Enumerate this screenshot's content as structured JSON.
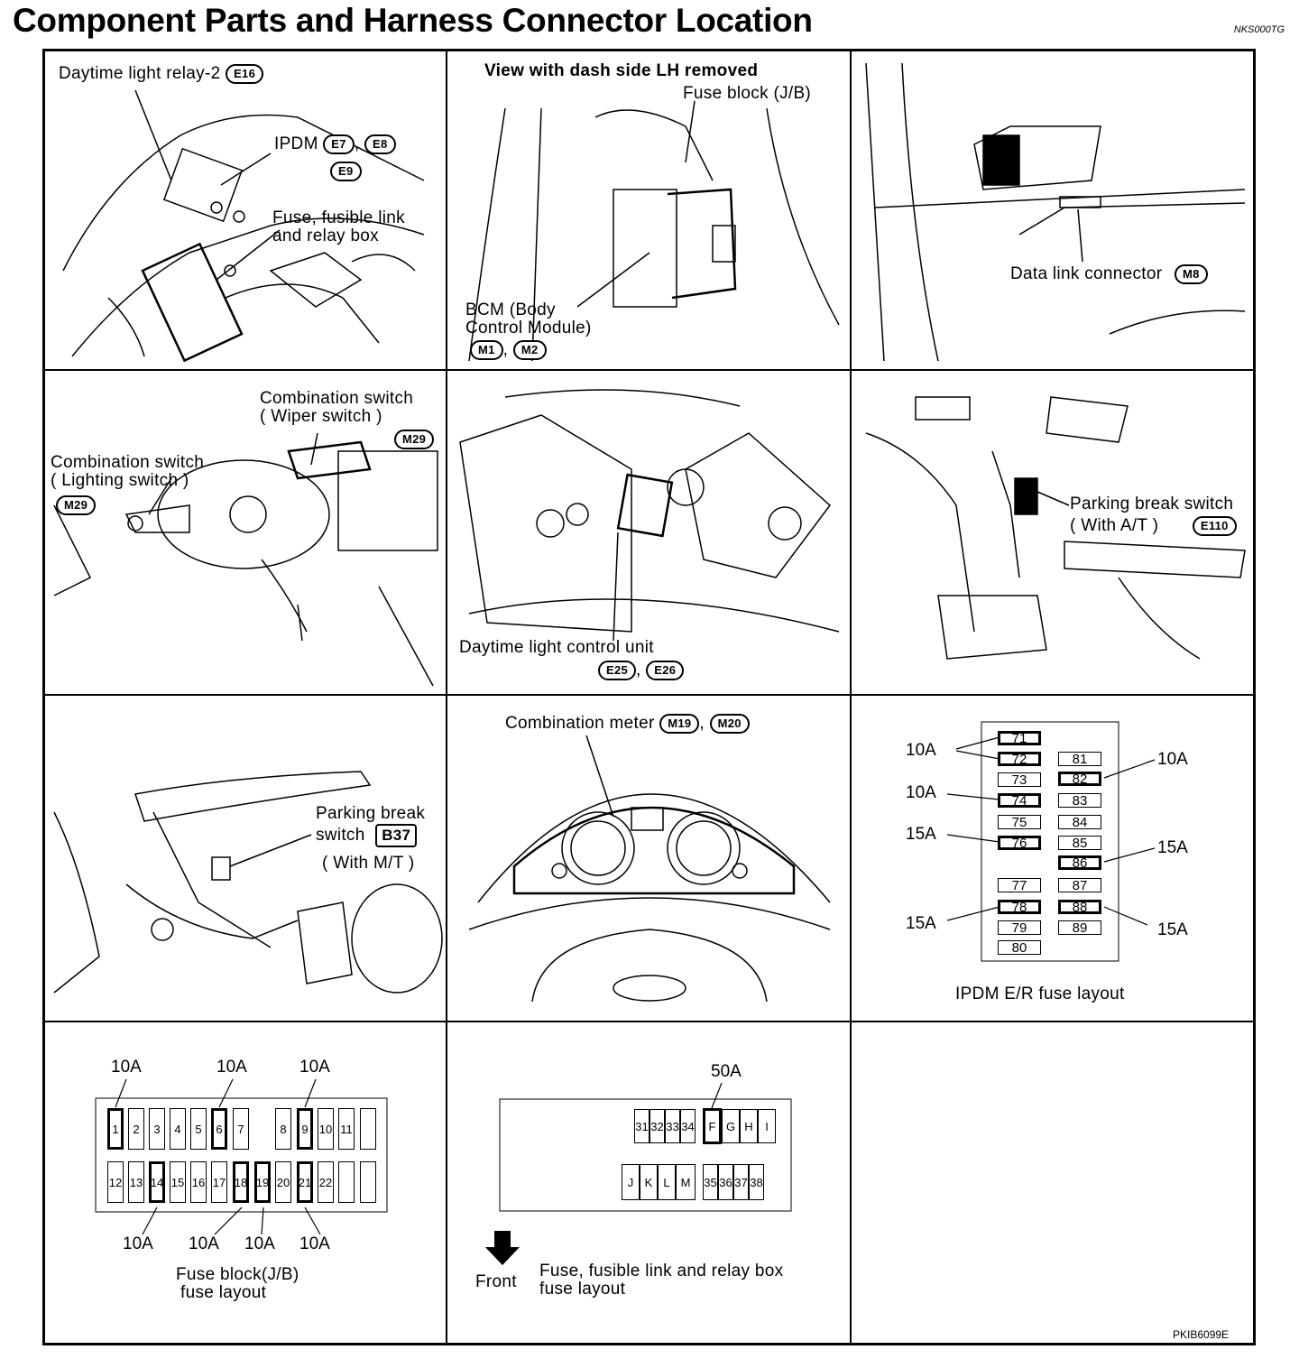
{
  "page": {
    "title": "Component Parts and Harness Connector Location",
    "code_top": "NKS000TG",
    "code_bottom": "PKIB6099E"
  },
  "panels": {
    "p1": {
      "daytime_relay": "Daytime light relay-2",
      "daytime_relay_conn": "E16",
      "ipdm": "IPDM",
      "ipdm_conn1": "E7",
      "ipdm_conn2": "E8",
      "ipdm_conn3": "E9",
      "fuse_box_line1": "Fuse, fusible link",
      "fuse_box_line2": "and relay box",
      "comma": ","
    },
    "p2": {
      "view": "View with dash side LH removed",
      "fuse_block": "Fuse block (J/B)",
      "bcm_line1": "BCM (Body",
      "bcm_line2": "Control Module)",
      "bcm_conn1": "M1",
      "bcm_conn2": "M2",
      "comma": ","
    },
    "p3": {
      "data_link": "Data link connector",
      "data_link_conn": "M8"
    },
    "p4": {
      "wiper_line1": "Combination switch",
      "wiper_line2": "( Wiper switch )",
      "wiper_conn": "M29",
      "lighting_line1": "Combination switch",
      "lighting_line2": "( Lighting switch )",
      "lighting_conn": "M29"
    },
    "p5": {
      "dtl_unit": "Daytime light control unit",
      "conn1": "E25",
      "conn2": "E26",
      "comma": ","
    },
    "p6": {
      "pbs_line1": "Parking break switch",
      "pbs_line2": "( With A/T )",
      "pbs_conn": "E110"
    },
    "p7": {
      "pbs_line1": "Parking break",
      "pbs_line2": "switch",
      "pbs_line3": "( With M/T )",
      "pbs_conn": "B37"
    },
    "p8": {
      "meter": "Combination meter",
      "conn1": "M19",
      "conn2": "M20",
      "comma": ","
    },
    "p9": {
      "caption": "IPDM E/R fuse layout",
      "amps": [
        "10A",
        "10A",
        "10A",
        "15A",
        "15A",
        "15A",
        "15A"
      ],
      "left_column": [
        "71",
        "72",
        "73",
        "74",
        "75",
        "76",
        "77",
        "78",
        "79",
        "80"
      ],
      "right_column": [
        "81",
        "82",
        "83",
        "84",
        "85",
        "86",
        "87",
        "88",
        "89"
      ]
    },
    "p10": {
      "caption_line1": "Fuse block(J/B)",
      "caption_line2": "fuse layout",
      "top_amps": [
        "10A",
        "10A",
        "10A"
      ],
      "bottom_amps": [
        "10A",
        "10A",
        "10A",
        "10A"
      ],
      "top_row": [
        "1",
        "2",
        "3",
        "4",
        "5",
        "6",
        "7",
        "",
        "8",
        "9",
        "10",
        "11",
        ""
      ],
      "bottom_row": [
        "12",
        "13",
        "14",
        "15",
        "16",
        "17",
        "18",
        "19",
        "20",
        "21",
        "22",
        "",
        ""
      ]
    },
    "p11": {
      "amp": "50A",
      "front": "Front",
      "caption_line1": "Fuse, fusible link and relay box",
      "caption_line2": "fuse layout",
      "top_group1": [
        "31",
        "32",
        "33",
        "34"
      ],
      "top_group2": [
        "F",
        "G",
        "H",
        "I"
      ],
      "bottom_group1": [
        "J",
        "K",
        "L",
        "M"
      ],
      "bottom_group2": [
        "35",
        "36",
        "37",
        "38"
      ]
    }
  }
}
